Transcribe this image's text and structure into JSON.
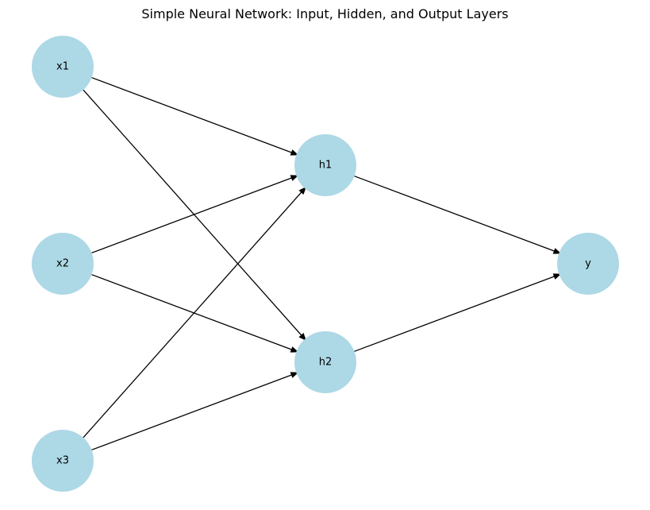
{
  "title": "Simple Neural Network: Input, Hidden, and Output Layers",
  "colors": {
    "node_fill": "#add8e6",
    "edge": "#000000",
    "text": "#000000"
  },
  "layers": [
    {
      "nodes": [
        "x1",
        "x2",
        "x3"
      ]
    },
    {
      "nodes": [
        "h1",
        "h2"
      ]
    },
    {
      "nodes": [
        "y"
      ]
    }
  ],
  "edges": [
    {
      "from": "x1",
      "to": "h1"
    },
    {
      "from": "x1",
      "to": "h2"
    },
    {
      "from": "x2",
      "to": "h1"
    },
    {
      "from": "x2",
      "to": "h2"
    },
    {
      "from": "x3",
      "to": "h1"
    },
    {
      "from": "x3",
      "to": "h2"
    },
    {
      "from": "h1",
      "to": "y"
    },
    {
      "from": "h2",
      "to": "y"
    }
  ]
}
